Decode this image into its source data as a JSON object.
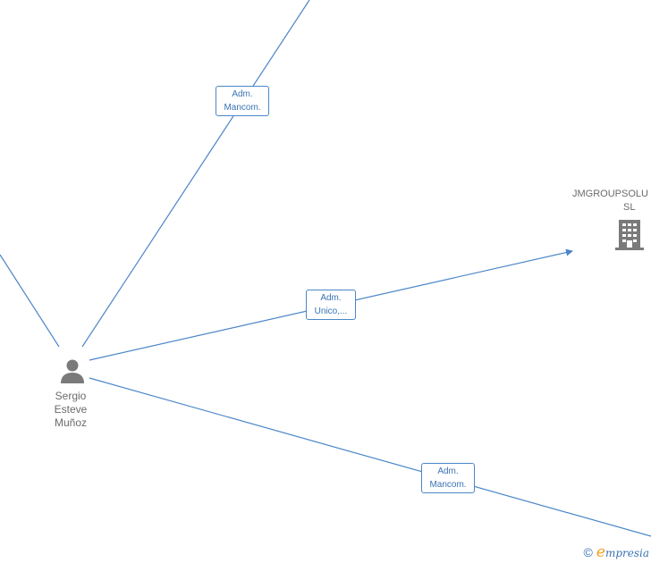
{
  "person": {
    "name_lines": [
      "Sergio",
      "Esteve",
      "Muñoz"
    ],
    "icon": "person-icon"
  },
  "company": {
    "name_lines": [
      "JMGROUPSOLU",
      "SL"
    ],
    "icon": "building-icon"
  },
  "edges": [
    {
      "label_lines": [
        "Adm.",
        "Mancom."
      ]
    },
    {
      "label_lines": [
        "Adm.",
        "Unico,..."
      ]
    },
    {
      "label_lines": [
        "Adm.",
        "Mancom."
      ]
    }
  ],
  "footer": {
    "copyright": "©",
    "brand_initial": "e",
    "brand_rest": "mpresia"
  },
  "colors": {
    "edge": "#4a86c8",
    "label_text": "#3a72b5",
    "icon": "#7a7a7a",
    "brand_accent": "#f29e1f"
  }
}
